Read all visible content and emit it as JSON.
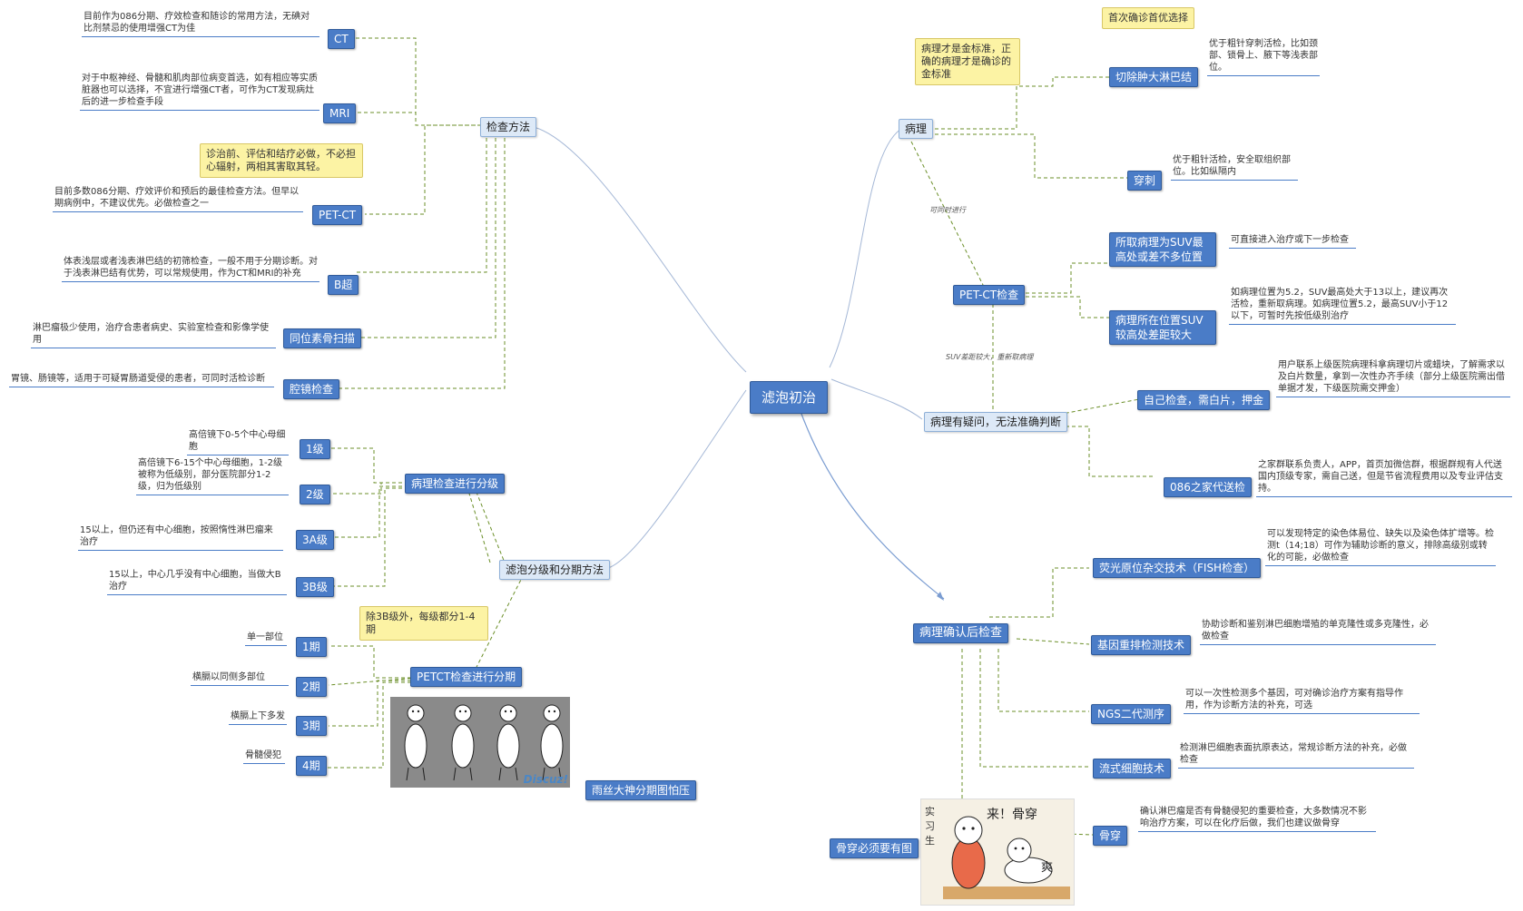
{
  "central": "滤泡初治",
  "left": {
    "exam": {
      "title": "检查方法",
      "items": [
        {
          "label": "CT",
          "note": "目前作为086分期、疗效检查和随诊的常用方法，无碘对比剂禁忌的使用增强CT为佳"
        },
        {
          "label": "MRI",
          "note": "对于中枢神经、骨髓和肌肉部位病变首选，如有相应等实质脏器也可以选择，不宜进行增强CT者，可作为CT发现病灶后的进一步检查手段"
        },
        {
          "label": "PET-CT",
          "note": "目前多数086分期、疗效评价和预后的最佳检查方法。但早以期病例中，不建议优先。必做检查之一",
          "callout": "诊治前、评估和结疗必做，不必担心辐射，两相其害取其轻。"
        },
        {
          "label": "B超",
          "note": "体表浅层或者浅表淋巴结的初筛检查，一般不用于分期诊断。对于浅表淋巴结有优势，可以常规使用，作为CT和MRI的补充"
        },
        {
          "label": "同位素骨扫描",
          "note": "淋巴瘤极少使用，治疗合患者病史、实验室检查和影像学使用"
        },
        {
          "label": "腔镜检查",
          "note": "胃镜、肠镜等，适用于可疑胃肠道受侵的患者，可同时活检诊断"
        }
      ]
    },
    "grading": {
      "title": "滤泡分级和分期方法",
      "pathology": {
        "title": "病理检查进行分级",
        "items": [
          {
            "label": "1级",
            "note": "高倍镜下0-5个中心母细胞"
          },
          {
            "label": "2级",
            "note": "高倍镜下6-15个中心母细胞，1-2级被称为低级别，部分医院部分1-2级，归为低级别"
          },
          {
            "label": "3A级",
            "note": "15以上，但仍还有中心细胞，按照惰性淋巴瘤来治疗"
          },
          {
            "label": "3B级",
            "note": "15以上，中心几乎没有中心细胞，当做大B治疗"
          }
        ]
      },
      "staging": {
        "title": "PETCT检查进行分期",
        "callout": "除3B级外，每级都分1-4期",
        "items": [
          {
            "label": "1期",
            "note": "单一部位"
          },
          {
            "label": "2期",
            "note": "横膈以同侧多部位"
          },
          {
            "label": "3期",
            "note": "横膈上下多发"
          },
          {
            "label": "4期",
            "note": "骨髓侵犯"
          }
        ],
        "image_label": "雨丝大神分期图怕压",
        "watermark": "Discuz!"
      }
    }
  },
  "right": {
    "pathology": {
      "title": "病理",
      "callout": "病理才是金标准，正确的病理才是确诊的金标准",
      "callout_top": "首次确诊首优选择",
      "items": [
        {
          "label": "切除肿大淋巴结",
          "note": "优于粗针穿刺活检，比如颈部、锁骨上、腋下等浅表部位。"
        },
        {
          "label": "穿刺",
          "note": "优于粗针活检，安全取组织部位。比如纵隔内"
        }
      ]
    },
    "petct": {
      "title": "PET-CT检查",
      "link_label": "可同时进行",
      "items": [
        {
          "label": "所取病理为SUV最高处或差不多位置",
          "note": "可直接进入治疗或下一步检查"
        },
        {
          "label": "病理所在位置SUV较高处差距较大",
          "note": "如病理位置为5.2，SUV最高处大于13以上，建议再次活检，重新取病理。如病理位置5.2，最高SUV小于12以下，可暂时先按低级别治疗"
        }
      ]
    },
    "doubt": {
      "title": "病理有疑问，无法准确判断",
      "link_label": "SUV差距较大，重新取病理",
      "items": [
        {
          "label": "自己检查，需白片，押金",
          "note": "用户联系上级医院病理科拿病理切片或蜡块，了解需求以及白片数量，拿到一次性办齐手续（部分上级医院需出借单据才发，下级医院需交押金）"
        },
        {
          "label": "086之家代送检",
          "note": "之家群联系负责人，APP，首页加微信群，根据群规有人代送国内顶级专家，需自己送，但是节省流程费用以及专业评估支持。"
        }
      ]
    },
    "confirmed": {
      "title": "病理确认后检查",
      "items": [
        {
          "label": "荧光原位杂交技术（FISH检查）",
          "note": "可以发现特定的染色体易位、缺失以及染色体扩增等。检测t（14;18）可作为辅助诊断的意义，排除高级别或转化的可能，必做检查"
        },
        {
          "label": "基因重排检测技术",
          "note": "协助诊断和鉴别淋巴细胞增殖的单克隆性或多克隆性，必做检查"
        },
        {
          "label": "NGS二代测序",
          "note": "可以一次性检测多个基因，可对确诊治疗方案有指导作用，作为诊断方法的补充，可选"
        },
        {
          "label": "流式细胞技术",
          "note": "检测淋巴细胞表面抗原表达，常规诊断方法的补充，必做检查"
        },
        {
          "label": "骨穿",
          "note": "确认淋巴瘤是否有骨髓侵犯的重要检查，大多数情况不影响治疗方案，可以在化疗后做，我们也建议做骨穿",
          "side_label": "骨穿必须要有图"
        }
      ],
      "cartoon": {
        "caption": "来！骨穿",
        "side": "实习生",
        "exclaim": "爽"
      }
    }
  }
}
